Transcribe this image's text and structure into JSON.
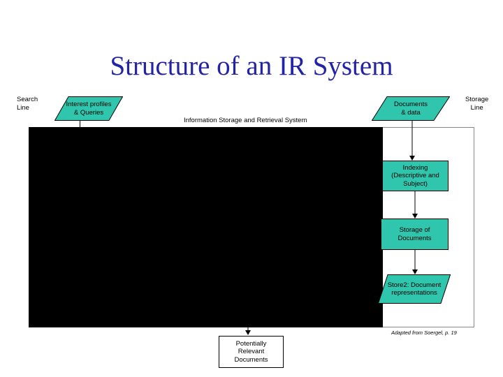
{
  "title": "Structure of an IR System",
  "search_line": "Search\nLine",
  "storage_line": "Storage\nLine",
  "system_label": "Information Storage and Retrieval System",
  "nodes": {
    "interest_profiles": "Interest profiles\n& Queries",
    "documents_data": "Documents\n& data",
    "indexing": "Indexing\n(Descriptive and\nSubject)",
    "storage_of_documents": "Storage of\nDocuments",
    "store2": "Store2: Document\nrepresentations",
    "potentially_relevant": "Potentially\nRelevant\nDocuments"
  },
  "credit": "Adapted from Soergel, p. 19",
  "colors": {
    "title": "#2323a6",
    "teal": "#2fc6ad"
  }
}
